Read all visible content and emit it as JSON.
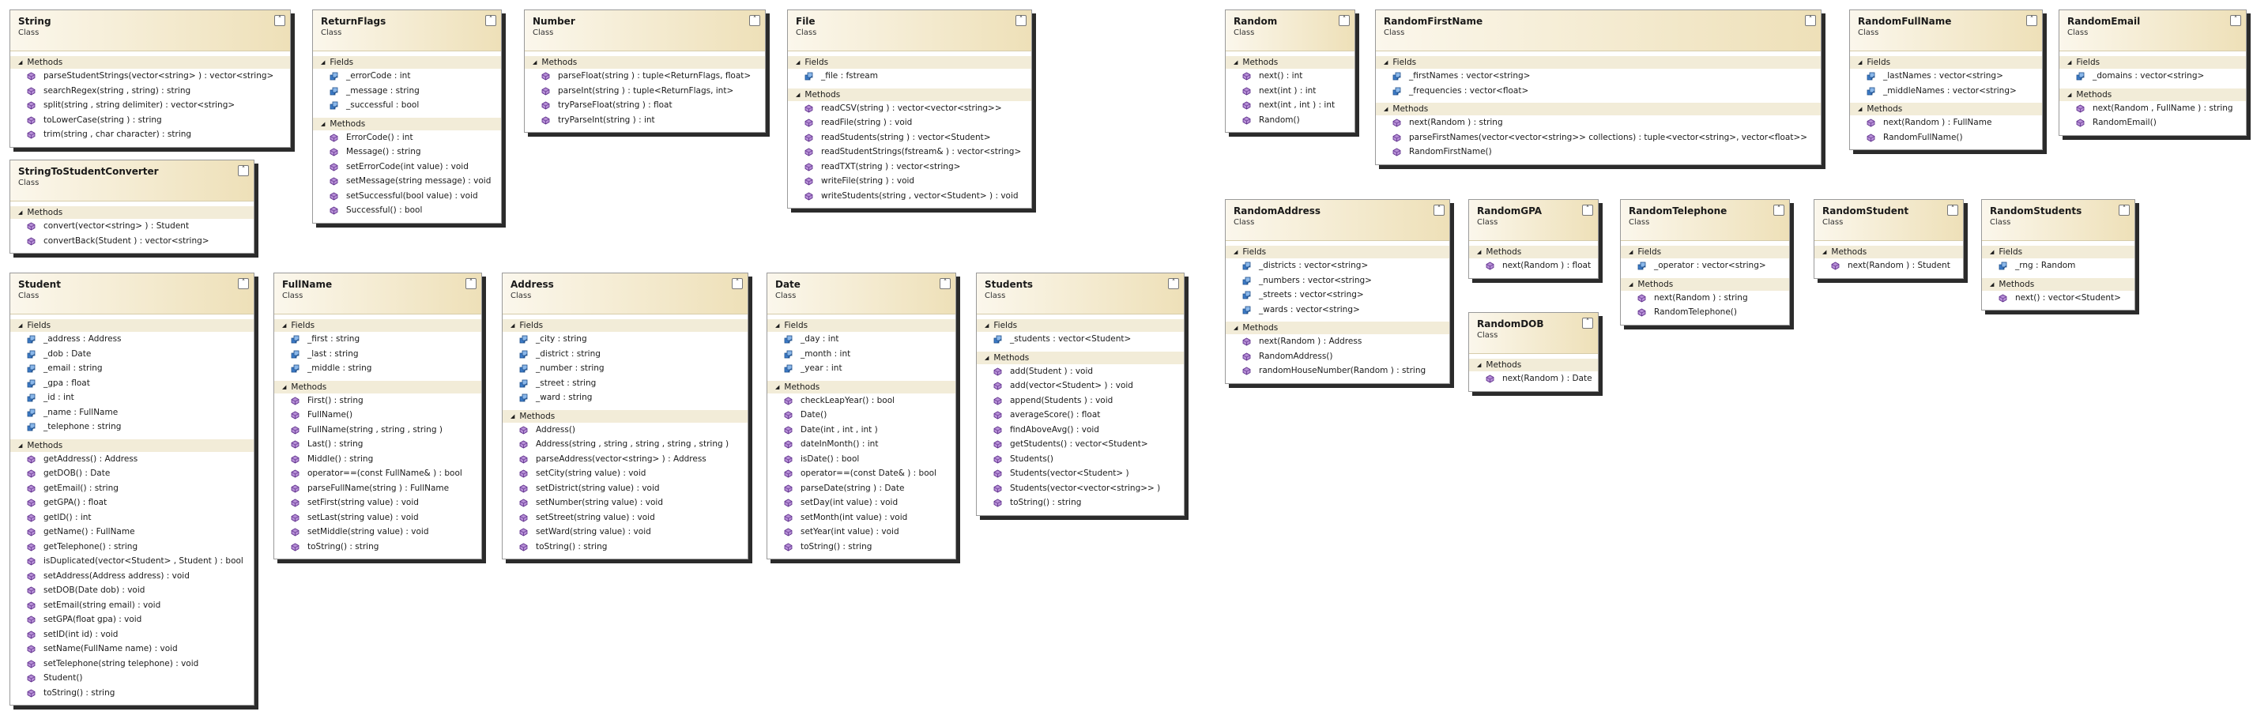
{
  "classes": [
    {
      "id": "String",
      "name": "String",
      "kind": "Class",
      "sections": [
        {
          "label": "Methods",
          "type": "methods",
          "members": [
            "parseStudentStrings(vector<string> ) : vector<string>",
            "searchRegex(string , string) : string",
            "split(string , string delimiter) : vector<string>",
            "toLowerCase(string ) : string",
            "trim(string , char character) : string"
          ]
        }
      ]
    },
    {
      "id": "ReturnFlags",
      "name": "ReturnFlags",
      "kind": "Class",
      "sections": [
        {
          "label": "Fields",
          "type": "fields",
          "members": [
            "_errorCode : int",
            "_message : string",
            "_successful : bool"
          ]
        },
        {
          "label": "Methods",
          "type": "methods",
          "members": [
            "ErrorCode() : int",
            "Message() : string",
            "setErrorCode(int value) : void",
            "setMessage(string message) : void",
            "setSuccessful(bool value) : void",
            "Successful() : bool"
          ]
        }
      ]
    },
    {
      "id": "Number",
      "name": "Number",
      "kind": "Class",
      "sections": [
        {
          "label": "Methods",
          "type": "methods",
          "members": [
            "parseFloat(string ) : tuple<ReturnFlags, float>",
            "parseInt(string ) : tuple<ReturnFlags, int>",
            "tryParseFloat(string ) : float",
            "tryParseInt(string ) : int"
          ]
        }
      ]
    },
    {
      "id": "File",
      "name": "File",
      "kind": "Class",
      "sections": [
        {
          "label": "Fields",
          "type": "fields",
          "members": [
            "_file : fstream"
          ]
        },
        {
          "label": "Methods",
          "type": "methods",
          "members": [
            "readCSV(string ) : vector<vector<string>>",
            "readFile(string ) : void",
            "readStudents(string ) : vector<Student>",
            "readStudentStrings(fstream& ) : vector<string>",
            "readTXT(string ) : vector<string>",
            "writeFile(string ) : void",
            "writeStudents(string , vector<Student> ) : void"
          ]
        }
      ]
    },
    {
      "id": "StringToStudentConverter",
      "name": "StringToStudentConverter",
      "kind": "Class",
      "sections": [
        {
          "label": "Methods",
          "type": "methods",
          "members": [
            "convert(vector<string> ) : Student",
            "convertBack(Student ) : vector<string>"
          ]
        }
      ]
    },
    {
      "id": "Student",
      "name": "Student",
      "kind": "Class",
      "sections": [
        {
          "label": "Fields",
          "type": "fields",
          "members": [
            "_address : Address",
            "_dob : Date",
            "_email : string",
            "_gpa : float",
            "_id : int",
            "_name : FullName",
            "_telephone : string"
          ]
        },
        {
          "label": "Methods",
          "type": "methods",
          "members": [
            "getAddress() : Address",
            "getDOB() : Date",
            "getEmail() : string",
            "getGPA() : float",
            "getID() : int",
            "getName() : FullName",
            "getTelephone() : string",
            "isDuplicated(vector<Student> , Student ) : bool",
            "setAddress(Address address) : void",
            "setDOB(Date dob) : void",
            "setEmail(string email) : void",
            "setGPA(float gpa) : void",
            "setID(int id) : void",
            "setName(FullName name) : void",
            "setTelephone(string telephone) : void",
            "Student()",
            "toString() : string"
          ]
        }
      ]
    },
    {
      "id": "FullName",
      "name": "FullName",
      "kind": "Class",
      "sections": [
        {
          "label": "Fields",
          "type": "fields",
          "members": [
            "_first : string",
            "_last : string",
            "_middle : string"
          ]
        },
        {
          "label": "Methods",
          "type": "methods",
          "members": [
            "First() : string",
            "FullName()",
            "FullName(string , string , string )",
            "Last() : string",
            "Middle() : string",
            "operator==(const FullName& ) : bool",
            "parseFullName(string ) : FullName",
            "setFirst(string value) : void",
            "setLast(string value) : void",
            "setMiddle(string value) : void",
            "toString() : string"
          ]
        }
      ]
    },
    {
      "id": "Address",
      "name": "Address",
      "kind": "Class",
      "sections": [
        {
          "label": "Fields",
          "type": "fields",
          "members": [
            "_city : string",
            "_district : string",
            "_number : string",
            "_street : string",
            "_ward : string"
          ]
        },
        {
          "label": "Methods",
          "type": "methods",
          "members": [
            "Address()",
            "Address(string , string , string , string , string )",
            "parseAddress(vector<string> ) : Address",
            "setCity(string value) : void",
            "setDistrict(string value) : void",
            "setNumber(string value) : void",
            "setStreet(string value) : void",
            "setWard(string value) : void",
            "toString() : string"
          ]
        }
      ]
    },
    {
      "id": "Date",
      "name": "Date",
      "kind": "Class",
      "sections": [
        {
          "label": "Fields",
          "type": "fields",
          "members": [
            "_day : int",
            "_month : int",
            "_year : int"
          ]
        },
        {
          "label": "Methods",
          "type": "methods",
          "members": [
            "checkLeapYear() : bool",
            "Date()",
            "Date(int , int , int )",
            "dateInMonth() : int",
            "isDate() : bool",
            "operator==(const Date& ) : bool",
            "parseDate(string ) : Date",
            "setDay(int value) : void",
            "setMonth(int value) : void",
            "setYear(int value) : void",
            "toString() : string"
          ]
        }
      ]
    },
    {
      "id": "Students",
      "name": "Students",
      "kind": "Class",
      "sections": [
        {
          "label": "Fields",
          "type": "fields",
          "members": [
            "_students : vector<Student>"
          ]
        },
        {
          "label": "Methods",
          "type": "methods",
          "members": [
            "add(Student ) : void",
            "add(vector<Student> ) : void",
            "append(Students ) : void",
            "averageScore() : float",
            "findAboveAvg() : void",
            "getStudents() : vector<Student>",
            "Students()",
            "Students(vector<Student> )",
            "Students(vector<vector<string>> )",
            "toString() : string"
          ]
        }
      ]
    },
    {
      "id": "Random",
      "name": "Random",
      "kind": "Class",
      "sections": [
        {
          "label": "Methods",
          "type": "methods",
          "members": [
            "next() : int",
            "next(int ) : int",
            "next(int , int ) : int",
            "Random()"
          ]
        }
      ]
    },
    {
      "id": "RandomFirstName",
      "name": "RandomFirstName",
      "kind": "Class",
      "sections": [
        {
          "label": "Fields",
          "type": "fields",
          "members": [
            "_firstNames : vector<string>",
            "_frequencies : vector<float>"
          ]
        },
        {
          "label": "Methods",
          "type": "methods",
          "members": [
            "next(Random ) : string",
            "parseFirstNames(vector<vector<string>> collections) : tuple<vector<string>, vector<float>>",
            "RandomFirstName()"
          ]
        }
      ]
    },
    {
      "id": "RandomFullName",
      "name": "RandomFullName",
      "kind": "Class",
      "sections": [
        {
          "label": "Fields",
          "type": "fields",
          "members": [
            "_lastNames : vector<string>",
            "_middleNames : vector<string>"
          ]
        },
        {
          "label": "Methods",
          "type": "methods",
          "members": [
            "next(Random ) : FullName",
            "RandomFullName()"
          ]
        }
      ]
    },
    {
      "id": "RandomEmail",
      "name": "RandomEmail",
      "kind": "Class",
      "sections": [
        {
          "label": "Fields",
          "type": "fields",
          "members": [
            "_domains : vector<string>"
          ]
        },
        {
          "label": "Methods",
          "type": "methods",
          "members": [
            "next(Random , FullName ) : string",
            "RandomEmail()"
          ]
        }
      ]
    },
    {
      "id": "RandomAddress",
      "name": "RandomAddress",
      "kind": "Class",
      "sections": [
        {
          "label": "Fields",
          "type": "fields",
          "members": [
            "_districts : vector<string>",
            "_numbers : vector<string>",
            "_streets : vector<string>",
            "_wards : vector<string>"
          ]
        },
        {
          "label": "Methods",
          "type": "methods",
          "members": [
            "next(Random ) : Address",
            "RandomAddress()",
            "randomHouseNumber(Random ) : string"
          ]
        }
      ]
    },
    {
      "id": "RandomGPA",
      "name": "RandomGPA",
      "kind": "Class",
      "sections": [
        {
          "label": "Methods",
          "type": "methods",
          "members": [
            "next(Random ) : float"
          ]
        }
      ]
    },
    {
      "id": "RandomDOB",
      "name": "RandomDOB",
      "kind": "Class",
      "sections": [
        {
          "label": "Methods",
          "type": "methods",
          "members": [
            "next(Random ) : Date"
          ]
        }
      ]
    },
    {
      "id": "RandomTelephone",
      "name": "RandomTelephone",
      "kind": "Class",
      "sections": [
        {
          "label": "Fields",
          "type": "fields",
          "members": [
            "_operator : vector<string>"
          ]
        },
        {
          "label": "Methods",
          "type": "methods",
          "members": [
            "next(Random ) : string",
            "RandomTelephone()"
          ]
        }
      ]
    },
    {
      "id": "RandomStudent",
      "name": "RandomStudent",
      "kind": "Class",
      "sections": [
        {
          "label": "Methods",
          "type": "methods",
          "members": [
            "next(Random ) : Student"
          ]
        }
      ]
    },
    {
      "id": "RandomStudents",
      "name": "RandomStudents",
      "kind": "Class",
      "sections": [
        {
          "label": "Fields",
          "type": "fields",
          "members": [
            "_rng : Random"
          ]
        },
        {
          "label": "Methods",
          "type": "methods",
          "members": [
            "next() : vector<Student>"
          ]
        }
      ]
    }
  ]
}
